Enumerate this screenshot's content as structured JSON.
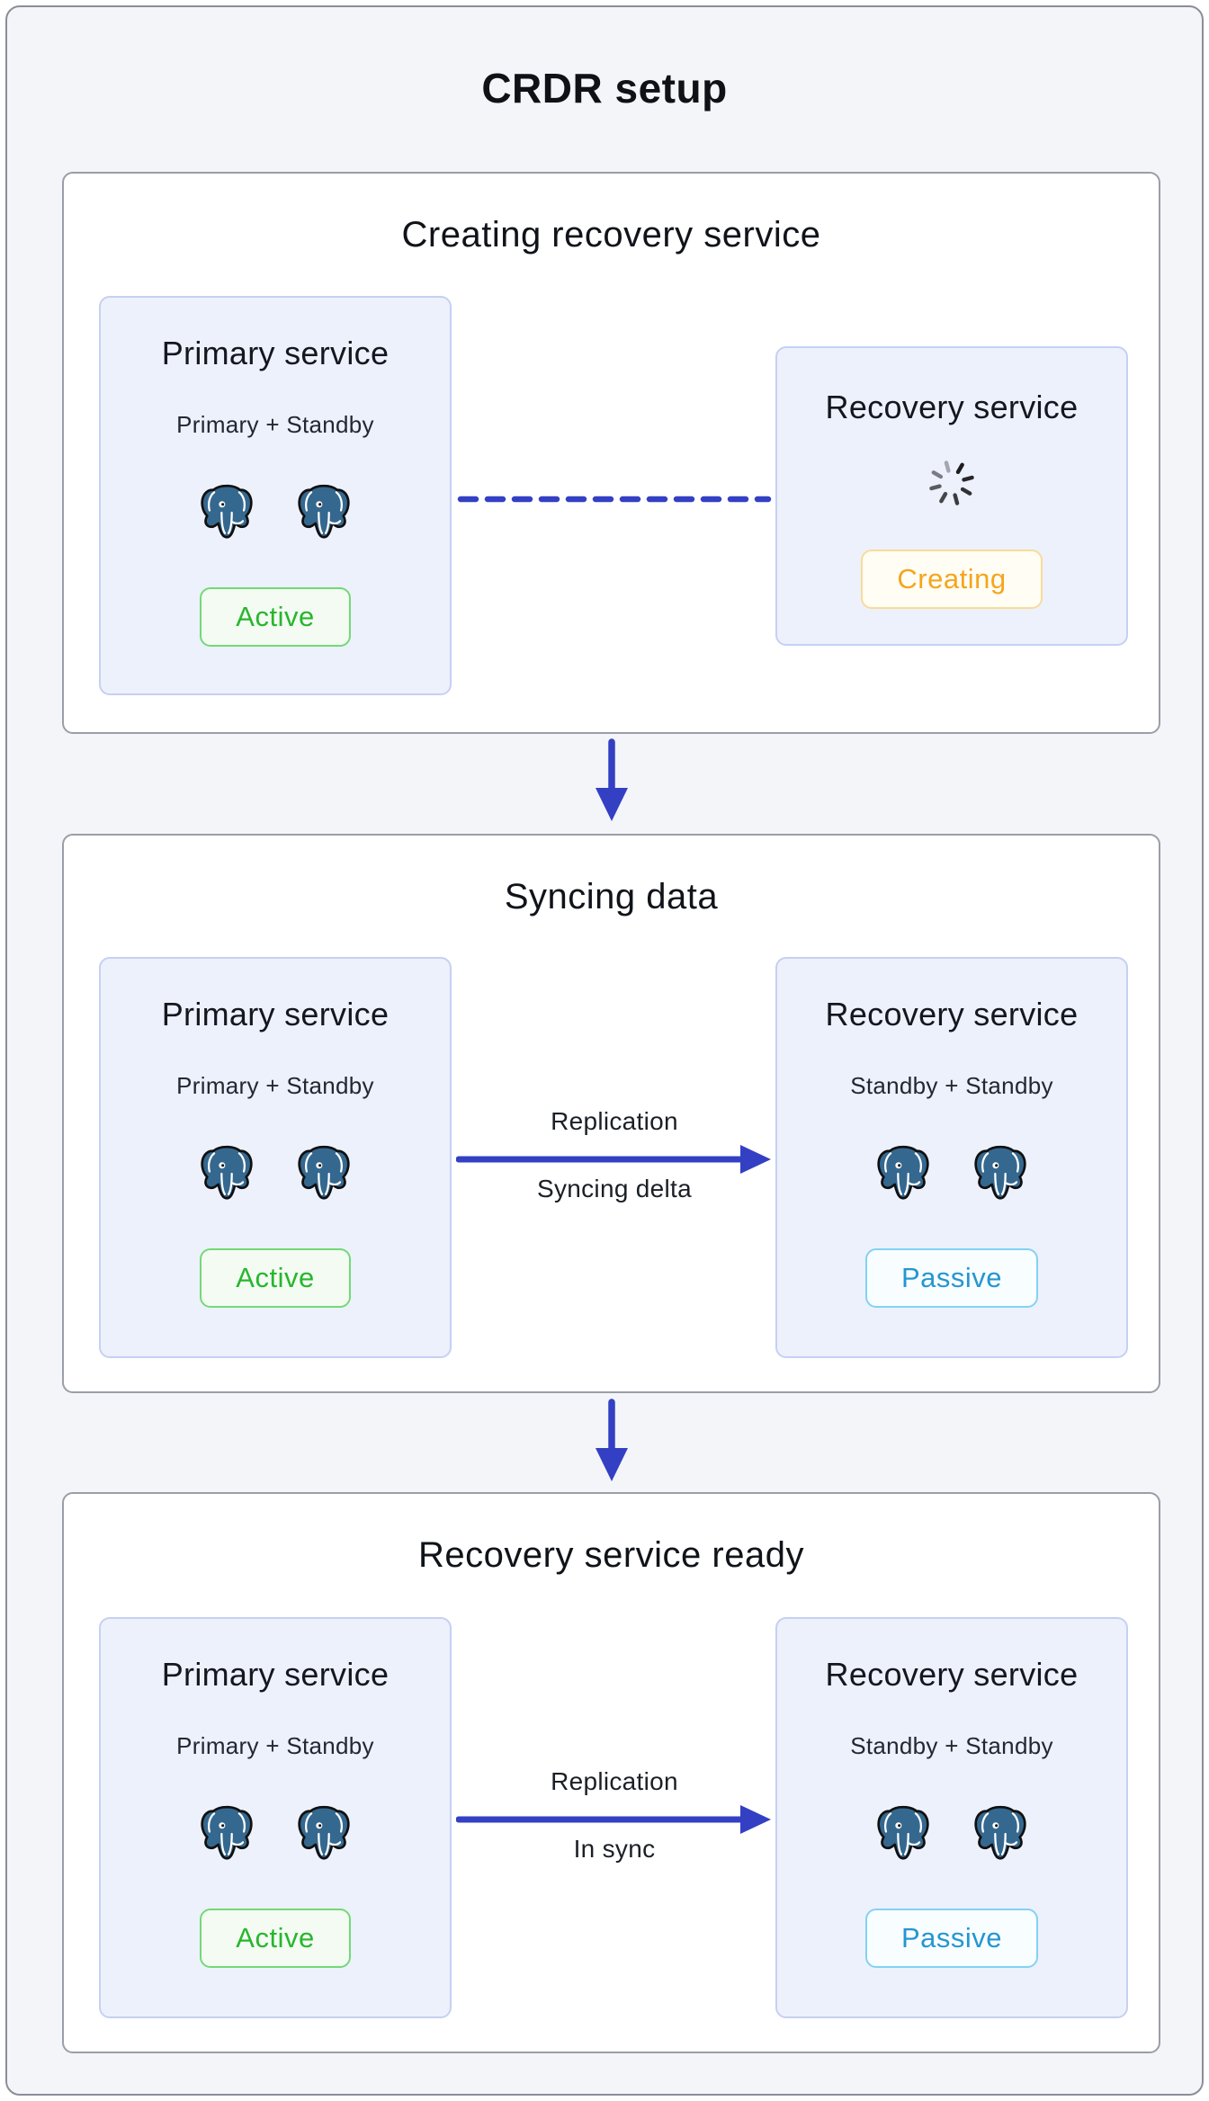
{
  "page_title": "CRDR setup",
  "colors": {
    "accent_blue": "#3340c4",
    "status_active_green": "#28b62c",
    "status_creating_orange": "#f5a51d",
    "status_passive_blue": "#2596d1",
    "postgres_blue": "#35688f",
    "service_box_bg": "#edf1fc"
  },
  "icons": {
    "database_icon": "postgres-elephant",
    "loading_icon": "spinner",
    "flow_icon": "down-arrow"
  },
  "stages": [
    {
      "title": "Creating recovery service",
      "primary": {
        "title": "Primary service",
        "subtitle": "Primary + Standby",
        "status": "Active",
        "instances": 2
      },
      "recovery": {
        "title": "Recovery service",
        "status": "Creating"
      },
      "connector": {
        "type": "dashed"
      }
    },
    {
      "title": "Syncing data",
      "primary": {
        "title": "Primary service",
        "subtitle": "Primary + Standby",
        "status": "Active",
        "instances": 2
      },
      "recovery": {
        "title": "Recovery service",
        "subtitle": "Standby + Standby",
        "status": "Passive",
        "instances": 2
      },
      "connector": {
        "type": "arrow",
        "label_top": "Replication",
        "label_bottom": "Syncing delta"
      }
    },
    {
      "title": "Recovery service ready",
      "primary": {
        "title": "Primary service",
        "subtitle": "Primary + Standby",
        "status": "Active",
        "instances": 2
      },
      "recovery": {
        "title": "Recovery service",
        "subtitle": "Standby + Standby",
        "status": "Passive",
        "instances": 2
      },
      "connector": {
        "type": "arrow",
        "label_top": "Replication",
        "label_bottom": "In sync"
      }
    }
  ]
}
